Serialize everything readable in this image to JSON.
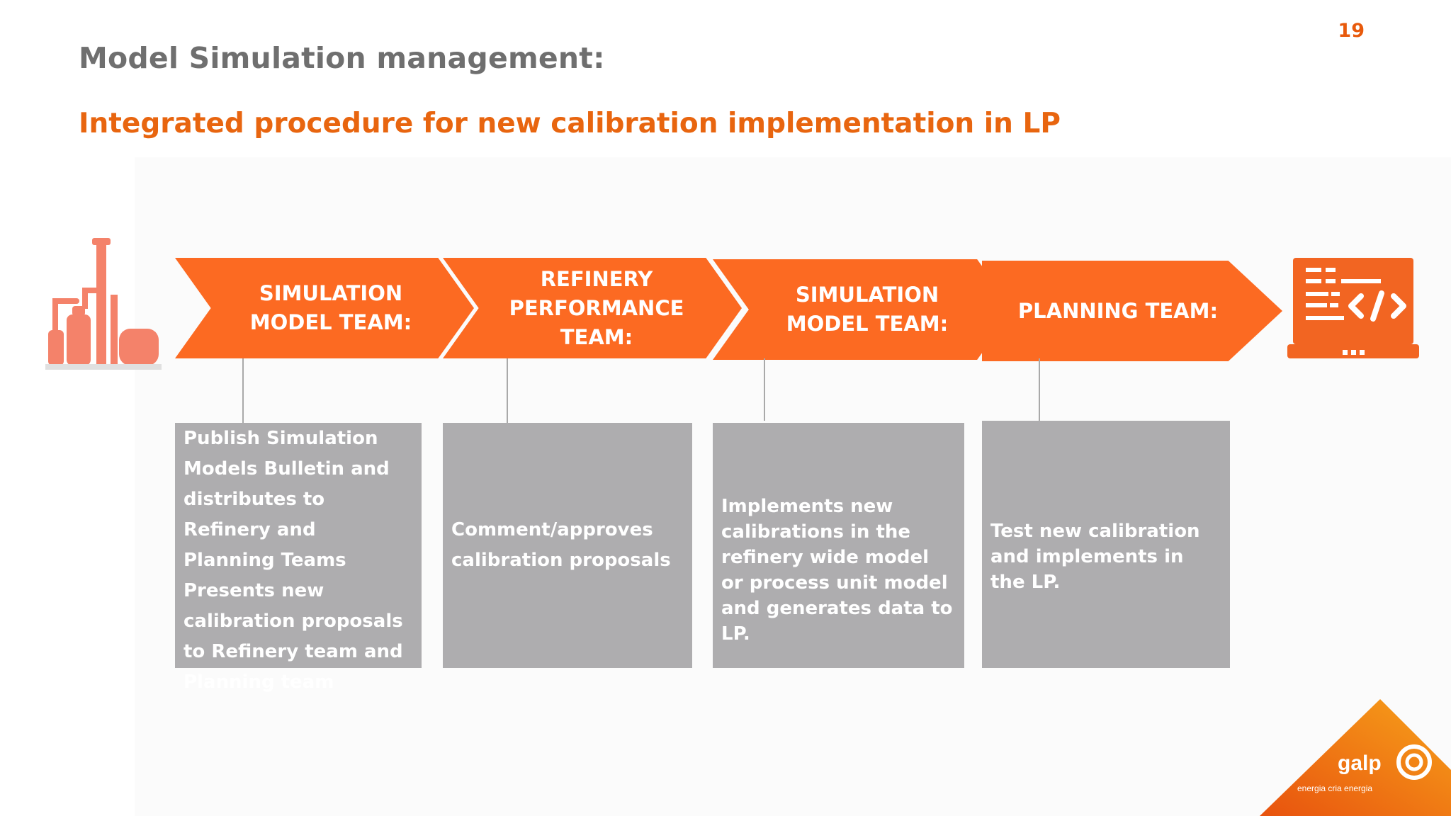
{
  "page": {
    "number": "19",
    "title": "Model Simulation management:",
    "subtitle": "Integrated procedure for new calibration implementation in LP"
  },
  "flow": {
    "steps": [
      {
        "label": "SIMULATION MODEL TEAM:"
      },
      {
        "label": "REFINERY PERFORMANCE TEAM:"
      },
      {
        "label": "SIMULATION MODEL TEAM:"
      },
      {
        "label": "PLANNING TEAM:"
      }
    ],
    "descriptions": [
      {
        "paragraph1": "Publish Simulation Models Bulletin and distributes to Refinery and Planning Teams",
        "paragraph2": "Presents new calibration proposals to Refinery team and Planning team"
      },
      {
        "text": "Comment/approves calibration proposals"
      },
      {
        "text": "Implements new calibrations in the refinery wide model or process unit model and generates data to LP."
      },
      {
        "text": "Test new calibration and implements in the LP."
      }
    ]
  },
  "icons": {
    "start": "refinery-icon",
    "end": "laptop-code-icon"
  },
  "logo": {
    "brand": "galp",
    "tagline": "energia cria energia"
  },
  "colors": {
    "accent": "#fc6a22",
    "title": "#6f6f6f",
    "subtitle": "#e8650f",
    "box": "#aeadaf"
  }
}
